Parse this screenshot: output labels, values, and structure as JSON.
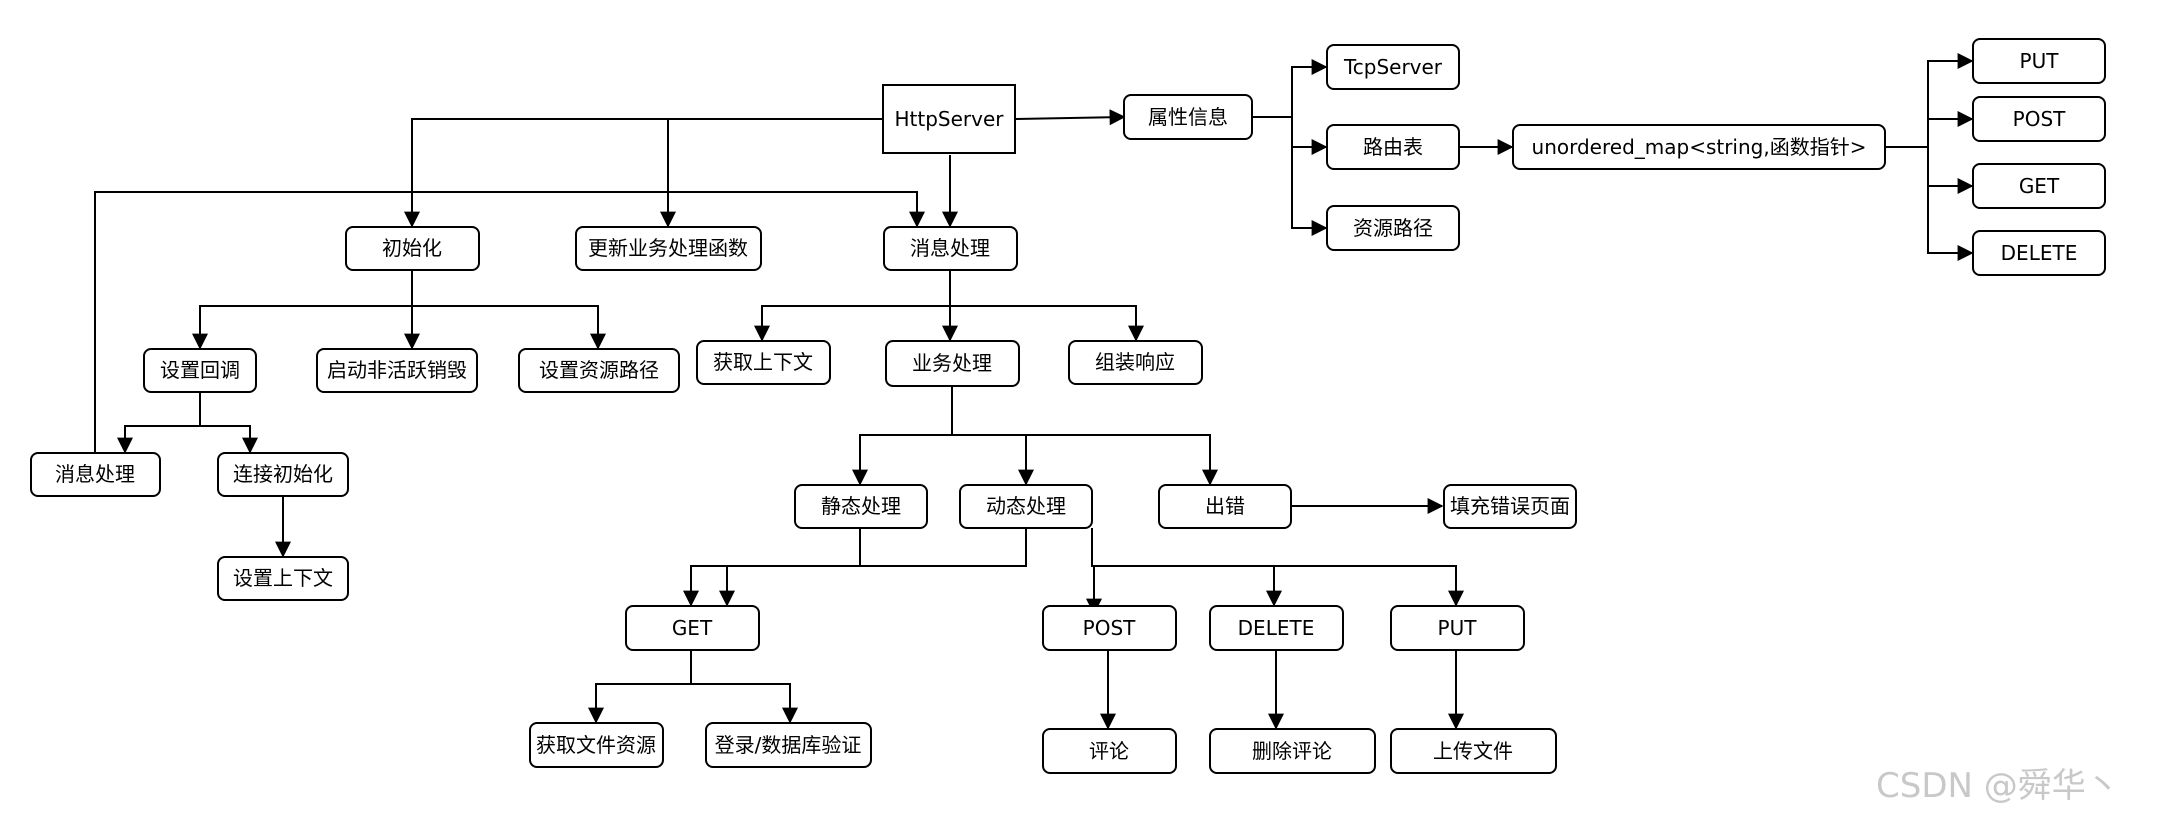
{
  "diagram": {
    "nodes": {
      "httpserver": "HttpServer",
      "attr_info": "属性信息",
      "tcpserver": "TcpServer",
      "route_table": "路由表",
      "resource_path": "资源路径",
      "unordered_map": "unordered_map<string,函数指针>",
      "r_put": "PUT",
      "r_post": "POST",
      "r_get": "GET",
      "r_delete": "DELETE",
      "init": "初始化",
      "update_handler": "更新业务处理函数",
      "msg_handle": "消息处理",
      "set_callback": "设置回调",
      "start_inactive": "启动非活跃销毁",
      "set_resource_path": "设置资源路径",
      "msg_handle_left": "消息处理",
      "conn_init": "连接初始化",
      "set_context": "设置上下文",
      "get_context": "获取上下文",
      "business": "业务处理",
      "assemble_resp": "组装响应",
      "static_handle": "静态处理",
      "dynamic_handle": "动态处理",
      "error": "出错",
      "fill_error_page": "填充错误页面",
      "get": "GET",
      "post": "POST",
      "delete": "DELETE",
      "put": "PUT",
      "get_file": "获取文件资源",
      "login_db": "登录/数据库验证",
      "comment": "评论",
      "delete_comment": "删除评论",
      "upload_file": "上传文件"
    },
    "watermark": "CSDN @舜华丶"
  }
}
